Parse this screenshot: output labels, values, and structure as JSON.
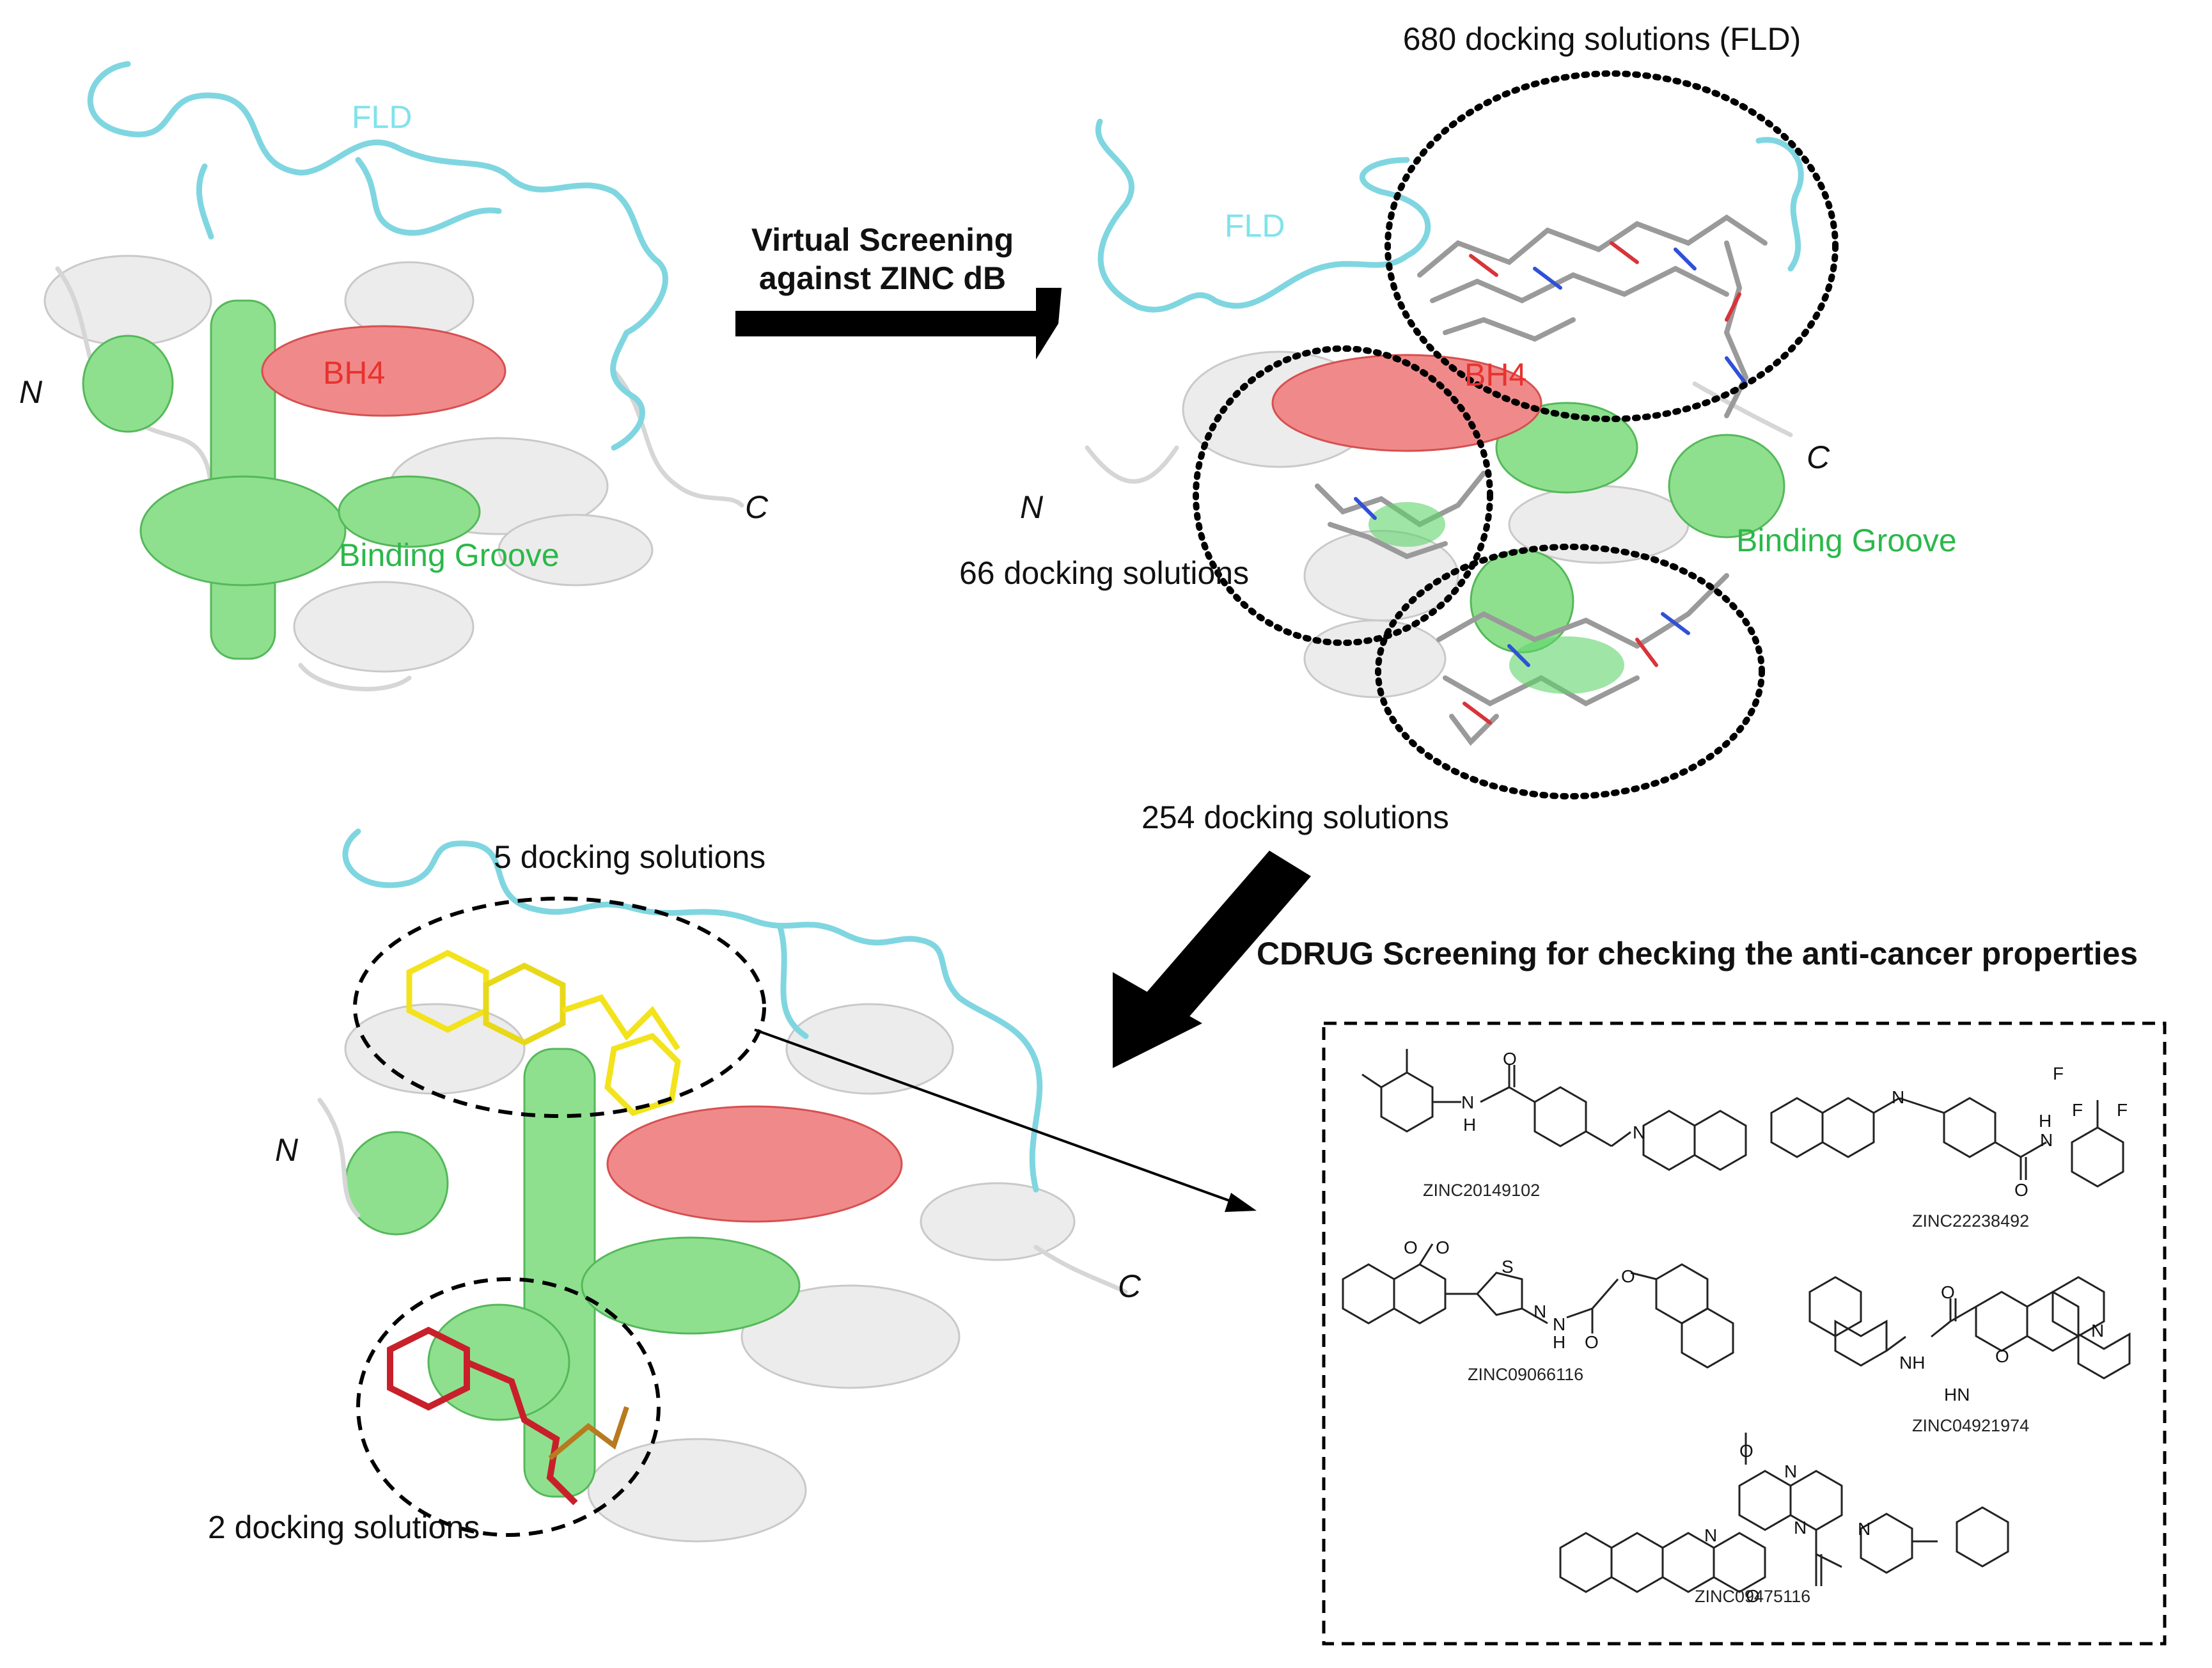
{
  "panel_top_left": {
    "fld": "FLD",
    "bh4": "BH4",
    "n_term": "N",
    "c_term": "C",
    "binding_groove": "Binding Groove"
  },
  "arrow_step1": {
    "line1": "Virtual Screening",
    "line2": "against ZINC dB"
  },
  "panel_top_right": {
    "fld_label": "680 docking solutions (FLD)",
    "fld": "FLD",
    "bh4": "BH4",
    "n_term": "N",
    "c_term": "C",
    "binding_groove": "Binding Groove",
    "solutions_66": "66 docking solutions",
    "solutions_254": "254 docking solutions"
  },
  "arrow_step2": {
    "label": "CDRUG Screening for checking the anti-cancer properties"
  },
  "panel_bottom_left": {
    "solutions_5": "5 docking solutions",
    "solutions_2": "2 docking solutions",
    "n_term": "N",
    "c_term": "C"
  },
  "compounds": [
    {
      "id": "ZINC20149102"
    },
    {
      "id": "ZINC22238492"
    },
    {
      "id": "ZINC09066116"
    },
    {
      "id": "ZINC04921974"
    },
    {
      "id": "ZINC09475116"
    }
  ],
  "atoms": {
    "o": "O",
    "n": "N",
    "s": "S",
    "f": "F",
    "h": "H",
    "nh": "NH",
    "hn": "HN"
  },
  "colors": {
    "fld": "#7fe3ea",
    "bh4": "#e8322e",
    "binding_groove": "#2bb84a",
    "ligand_5": "#f2e31c",
    "ligand_2": "#c8202a"
  }
}
